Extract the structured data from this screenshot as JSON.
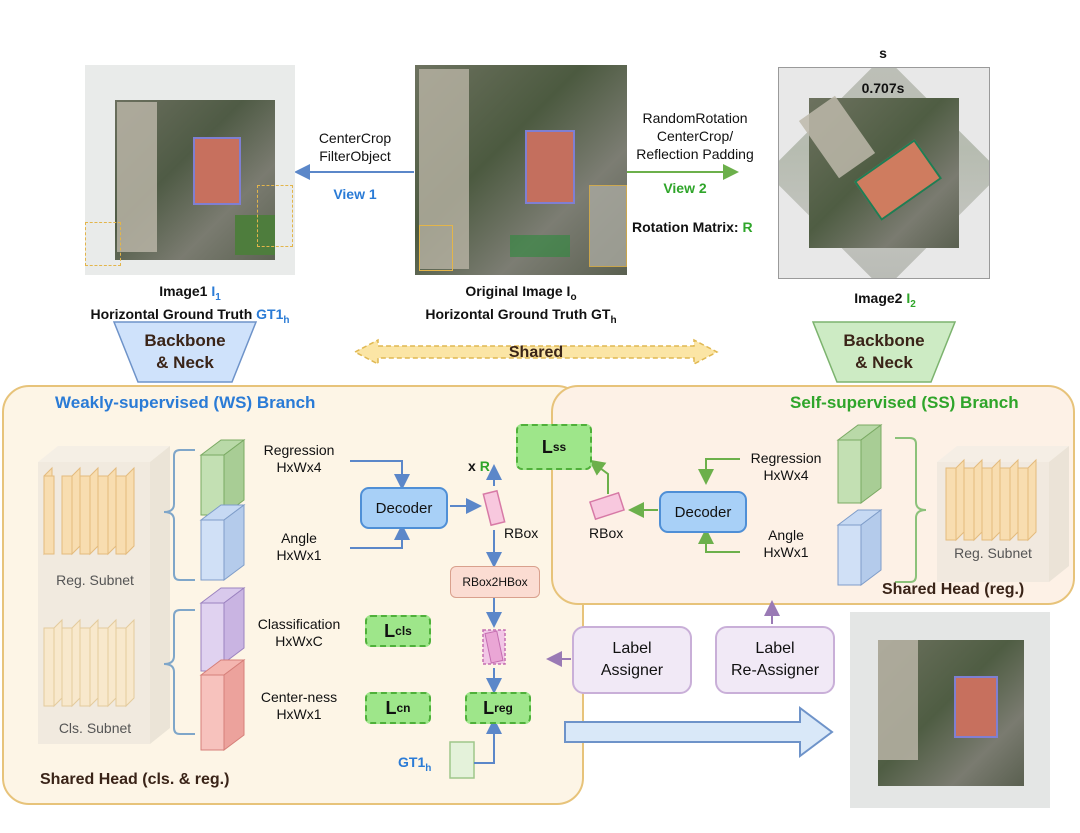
{
  "top": {
    "image1": {
      "line1": "Image1 ",
      "sym": "I",
      "sub": "1",
      "line2": "Horizontal Ground Truth ",
      "gt": "GT1",
      "gtsub": "h"
    },
    "original": {
      "line1": "Original Image I",
      "sub": "o",
      "line2": "Horizontal Ground Truth GT",
      "gtsub": "h"
    },
    "image2": {
      "line1": "Image2 ",
      "sym": "I",
      "sub": "2"
    },
    "view1": {
      "op1": "CenterCrop",
      "op2": "FilterObject",
      "label": "View 1"
    },
    "view2": {
      "op1": "RandomRotation",
      "op2": "CenterCrop/",
      "op3": "Reflection Padding",
      "label": "View 2"
    },
    "rotation": {
      "text": "Rotation Matrix: ",
      "sym": "R"
    },
    "s_label": "s",
    "s707_label": "0.707s"
  },
  "backbone_left": {
    "line1": "Backbone",
    "line2": "& Neck"
  },
  "backbone_right": {
    "line1": "Backbone",
    "line2": "& Neck"
  },
  "shared_label": "Shared",
  "ws": {
    "title": "Weakly-supervised (WS) Branch",
    "reg_subnet": "Reg. Subnet",
    "cls_subnet": "Cls. Subnet",
    "regression": {
      "name": "Regression",
      "dim": "HxWx4"
    },
    "angle": {
      "name": "Angle",
      "dim": "HxWx1"
    },
    "classification": {
      "name": "Classification",
      "dim": "HxWxC"
    },
    "centerness": {
      "name": "Center-ness",
      "dim": "HxWx1"
    },
    "decoder": "Decoder",
    "xR": "x ",
    "xR_sym": "R",
    "rbox": "RBox",
    "rbox2hbox": "RBox2HBox",
    "gt": "GT1",
    "gt_sub": "h",
    "shared_head": "Shared Head (cls. & reg.)"
  },
  "ss": {
    "title": "Self-supervised (SS) Branch",
    "regression": {
      "name": "Regression",
      "dim": "HxWx4"
    },
    "angle": {
      "name": "Angle",
      "dim": "HxWx1"
    },
    "decoder": "Decoder",
    "rbox": "RBox",
    "reg_subnet": "Reg. Subnet",
    "shared_head": "Shared Head (reg.)"
  },
  "losses": {
    "ss": {
      "main": "L",
      "sub": "ss"
    },
    "cls": {
      "main": "L",
      "sub": "cls"
    },
    "cn": {
      "main": "L",
      "sub": "cn"
    },
    "reg": {
      "main": "L",
      "sub": "reg"
    }
  },
  "label_assigner": {
    "line1": "Label",
    "line2": "Assigner"
  },
  "label_reassigner": {
    "line1": "Label",
    "line2": "Re-Assigner"
  },
  "colors": {
    "blue": "#2a7bd6",
    "green": "#2fa52a",
    "ws_bg": "#fdf5e6",
    "ws_border": "#e7c37a"
  }
}
